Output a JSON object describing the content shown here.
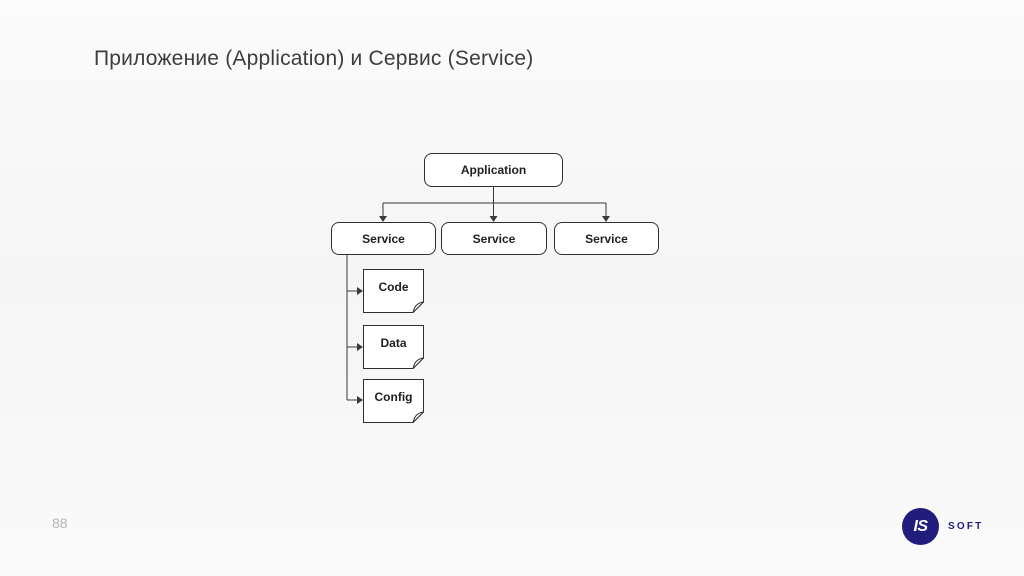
{
  "slide": {
    "title": "Приложение (Application) и Сервис (Service)",
    "page_number": "88"
  },
  "diagram": {
    "application": {
      "label": "Application"
    },
    "services": [
      {
        "label": "Service"
      },
      {
        "label": "Service"
      },
      {
        "label": "Service"
      }
    ],
    "artifacts": [
      {
        "label": "Code"
      },
      {
        "label": "Data"
      },
      {
        "label": "Config"
      }
    ]
  },
  "logo": {
    "monogram": "IS",
    "wordmark": "SOFT",
    "color": "#201d7d"
  },
  "colors": {
    "connector_line": "#3a3a3a",
    "node_border": "#2f2f2f",
    "node_background": "#ffffff",
    "title_text": "#3d3d3d",
    "page_number_text": "#b5b5b5"
  }
}
